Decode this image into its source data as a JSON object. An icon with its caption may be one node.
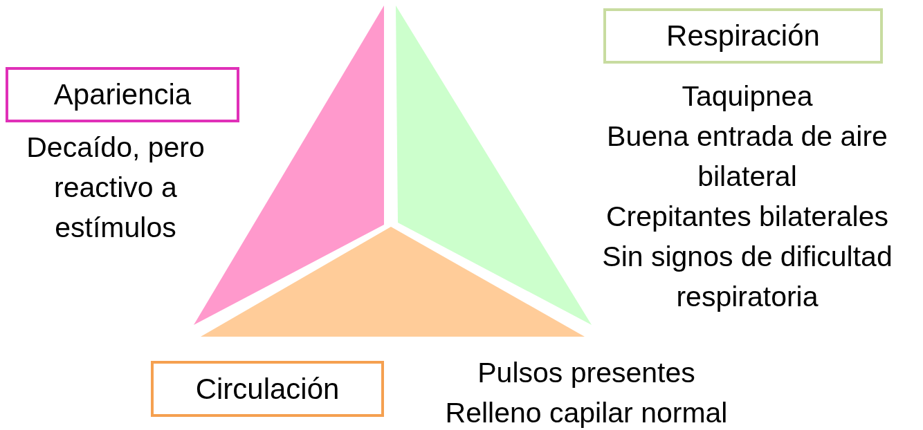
{
  "diagram": {
    "nodes": [
      {
        "text": [
          "Apariencia"
        ],
        "beside": [
          "Decaído, pero reactivo a estímulos"
        ]
      },
      {
        "text": [
          "Respiración"
        ],
        "beside": [
          "Taquipnea",
          "Buena entrada de aire bilateral",
          "Crepitantes bilaterales",
          "Sin signos de dificultad respiratoria"
        ]
      },
      {
        "text": [
          "Circulación"
        ],
        "beside": [
          "Pulsos presentes",
          "Relleno capilar normal"
        ]
      },
      {
        "text": [],
        "shape": "triangle"
      },
      {
        "text": [],
        "shape": "triangle"
      },
      {
        "text": [],
        "shape": "triangle"
      }
    ],
    "edges": []
  }
}
